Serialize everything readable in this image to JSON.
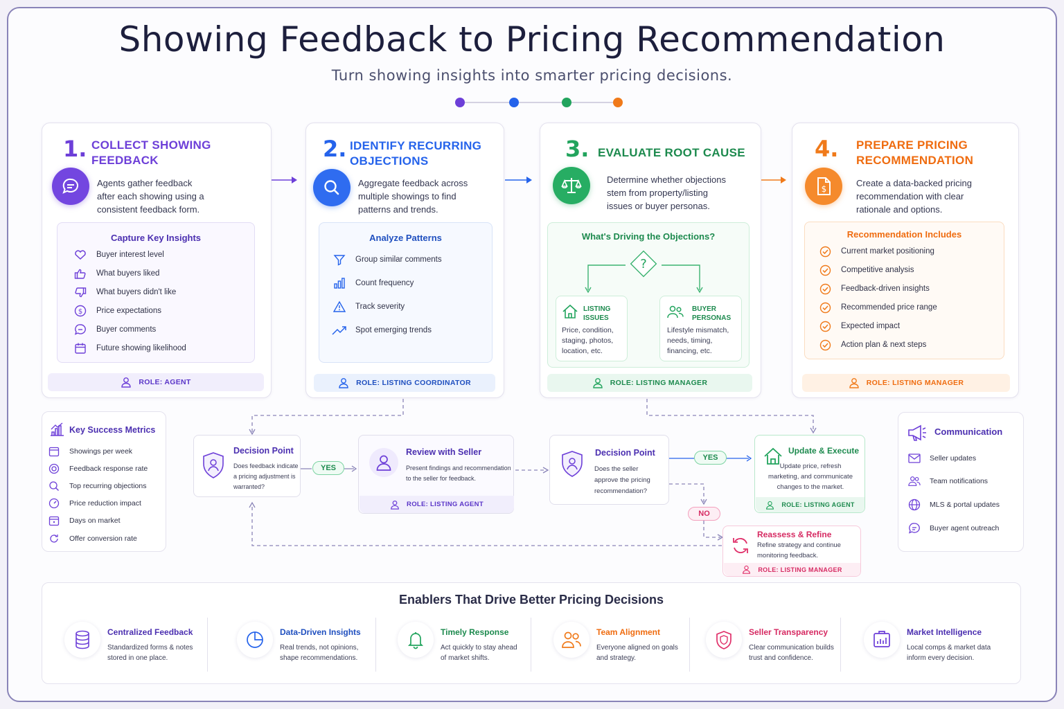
{
  "title": "Showing Feedback to Pricing Recommendation",
  "subtitle": "Turn showing insights into smarter pricing decisions.",
  "colors": {
    "purple": "#6d3fd8",
    "blue": "#2563eb",
    "green": "#22a45d",
    "orange": "#f07a1a",
    "pink": "#e0306a"
  },
  "steps": [
    {
      "number": "1.",
      "title_line1": "COLLECT SHOWING",
      "title_line2": "FEEDBACK",
      "icon": "chat-bubble-icon",
      "desc_lines": [
        "Agents gather feedback",
        "after each showing using a",
        "consistent feedback form."
      ],
      "box_title": "Capture Key Insights",
      "items": [
        {
          "icon": "heart-icon",
          "label": "Buyer interest level"
        },
        {
          "icon": "thumbs-up-icon",
          "label": "What buyers liked"
        },
        {
          "icon": "thumbs-down-icon",
          "label": "What buyers didn't like"
        },
        {
          "icon": "dollar-icon",
          "label": "Price expectations"
        },
        {
          "icon": "comment-icon",
          "label": "Buyer comments"
        },
        {
          "icon": "calendar-icon",
          "label": "Future showing likelihood"
        }
      ],
      "role": "ROLE:  AGENT"
    },
    {
      "number": "2.",
      "title_line1": "IDENTIFY RECURRING",
      "title_line2": "OBJECTIONS",
      "icon": "magnifier-icon",
      "desc_lines": [
        "Aggregate feedback across",
        "multiple showings to find",
        "patterns and trends."
      ],
      "box_title": "Analyze Patterns",
      "items": [
        {
          "icon": "filter-icon",
          "label": "Group similar comments"
        },
        {
          "icon": "bar-chart-icon",
          "label": "Count frequency"
        },
        {
          "icon": "warning-icon",
          "label": "Track severity"
        },
        {
          "icon": "trend-icon",
          "label": "Spot emerging trends"
        }
      ],
      "role": "ROLE:  LISTING COORDINATOR"
    },
    {
      "number": "3.",
      "title_line1": "EVALUATE ROOT CAUSE",
      "icon": "scales-icon",
      "desc_lines": [
        "Determine whether objections",
        "stem from property/listing",
        "issues or buyer personas."
      ],
      "box_title": "What's Driving the Objections?",
      "question": "?",
      "left_title": [
        "LISTING",
        "ISSUES"
      ],
      "left_desc": [
        "Price, condition,",
        "staging, photos,",
        "location, etc."
      ],
      "right_title": [
        "BUYER",
        "PERSONAS"
      ],
      "right_desc": [
        "Lifestyle mismatch,",
        "needs, timing,",
        "financing, etc."
      ],
      "role": "ROLE:  LISTING MANAGER"
    },
    {
      "number": "4.",
      "title_line1": "PREPARE PRICING",
      "title_line2": "RECOMMENDATION",
      "icon": "document-dollar-icon",
      "desc_lines": [
        "Create a data-backed pricing",
        "recommendation with clear",
        "rationale and options."
      ],
      "box_title": "Recommendation Includes",
      "items": [
        {
          "label": "Current market positioning"
        },
        {
          "label": "Competitive analysis"
        },
        {
          "label": "Feedback-driven insights"
        },
        {
          "label": "Recommended price range"
        },
        {
          "label": "Expected impact"
        },
        {
          "label": "Action plan & next steps"
        }
      ],
      "role": "ROLE:  LISTING MANAGER"
    }
  ],
  "metrics": {
    "title": "Key Success Metrics",
    "items": [
      "Showings per week",
      "Feedback response rate",
      "Top recurring objections",
      "Price reduction impact",
      "Days on market",
      "Offer conversion rate"
    ]
  },
  "flow": {
    "decision1": {
      "title": "Decision Point",
      "desc": [
        "Does feedback indicate",
        "a pricing adjustment is",
        "warranted?"
      ]
    },
    "yes1": "YES",
    "review": {
      "title": "Review with Seller",
      "desc": [
        "Present findings and recommendation",
        "to the seller for feedback."
      ],
      "role": "ROLE:  LISTING AGENT"
    },
    "decision2": {
      "title": "Decision Point",
      "desc": [
        "Does the seller",
        "approve the pricing",
        "recommendation?"
      ]
    },
    "yes2": "YES",
    "no": "NO",
    "update": {
      "title": "Update & Execute",
      "desc": [
        "Update price, refresh",
        "marketing, and communicate",
        "changes to the market."
      ],
      "role": "ROLE:  LISTING AGENT"
    },
    "reassess": {
      "title": "Reassess & Refine",
      "desc": [
        "Refine strategy and continue",
        "monitoring feedback."
      ],
      "role": "ROLE:  LISTING MANAGER"
    }
  },
  "communication": {
    "title": "Communication",
    "items": [
      "Seller updates",
      "Team notifications",
      "MLS & portal updates",
      "Buyer agent outreach"
    ]
  },
  "enablers": {
    "title": "Enablers That Drive Better Pricing Decisions",
    "items": [
      {
        "title": "Centralized Feedback",
        "desc": [
          "Standardized forms & notes",
          "stored in one place."
        ],
        "color": "#6d3fd8"
      },
      {
        "title": "Data-Driven Insights",
        "desc": [
          "Real trends, not opinions,",
          "shape recommendations."
        ],
        "color": "#2563eb"
      },
      {
        "title": "Timely Response",
        "desc": [
          "Act quickly to stay ahead",
          "of market shifts."
        ],
        "color": "#22a45d"
      },
      {
        "title": "Team Alignment",
        "desc": [
          "Everyone aligned on goals",
          "and strategy."
        ],
        "color": "#f07a1a"
      },
      {
        "title": "Seller Transparency",
        "desc": [
          "Clear communication builds",
          "trust and confidence."
        ],
        "color": "#e0306a"
      },
      {
        "title": "Market Intelligence",
        "desc": [
          "Local comps & market data",
          "inform every decision."
        ],
        "color": "#6d3fd8"
      }
    ]
  }
}
